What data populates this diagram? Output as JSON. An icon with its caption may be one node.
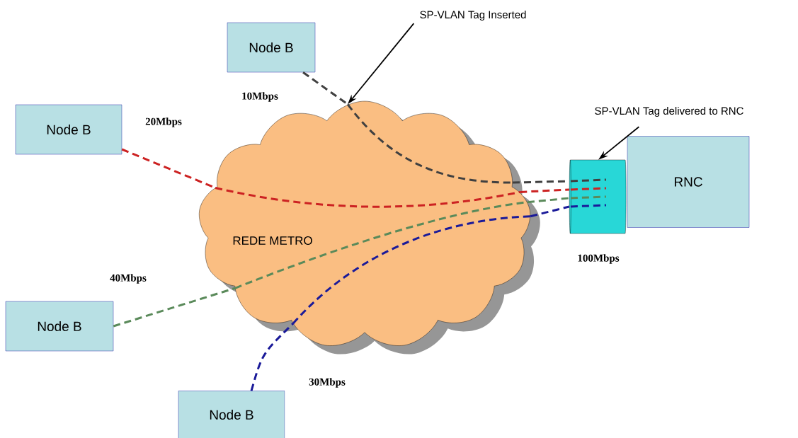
{
  "diagram": {
    "nodes": [
      {
        "text": [
          "Node B"
        ]
      },
      {
        "text": [
          "Node B"
        ]
      },
      {
        "text": [
          "Node B"
        ]
      },
      {
        "text": [
          "Node B"
        ]
      },
      {
        "text": [
          "REDE METRO"
        ]
      },
      {
        "text": [],
        "shape": "cylinder"
      },
      {
        "text": [
          "RNC"
        ]
      },
      {
        "text": [
          "SP-VLAN Tag Inserted"
        ]
      },
      {
        "text": [
          "SP-VLAN Tag delivered to RNC"
        ]
      }
    ],
    "edges": [
      {
        "from": 0,
        "to": 4,
        "arrow": "none",
        "label": "10Mbps",
        "style": "dashed",
        "color": "#404040"
      },
      {
        "from": 1,
        "to": 4,
        "arrow": "none",
        "label": "20Mbps",
        "style": "dashed",
        "color": "#cc2222"
      },
      {
        "from": 2,
        "to": 4,
        "arrow": "none",
        "label": "40Mbps",
        "style": "dashed",
        "color": "#5a8a5a"
      },
      {
        "from": 3,
        "to": 4,
        "arrow": "none",
        "label": "30Mbps",
        "style": "dashed",
        "color": "#1a1a99"
      },
      {
        "from": 4,
        "to": 5,
        "arrow": "none",
        "style": "dashed",
        "color": "#404040"
      },
      {
        "from": 4,
        "to": 5,
        "arrow": "none",
        "style": "dashed",
        "color": "#cc2222"
      },
      {
        "from": 4,
        "to": 5,
        "arrow": "none",
        "style": "dashed",
        "color": "#5a8a5a"
      },
      {
        "from": 4,
        "to": 5,
        "arrow": "none",
        "style": "dashed",
        "color": "#1a1a99"
      },
      {
        "from": 7,
        "to": 4,
        "arrow": "to"
      },
      {
        "from": 8,
        "to": 5,
        "arrow": "to"
      }
    ],
    "labels": [
      "100Mbps"
    ]
  }
}
